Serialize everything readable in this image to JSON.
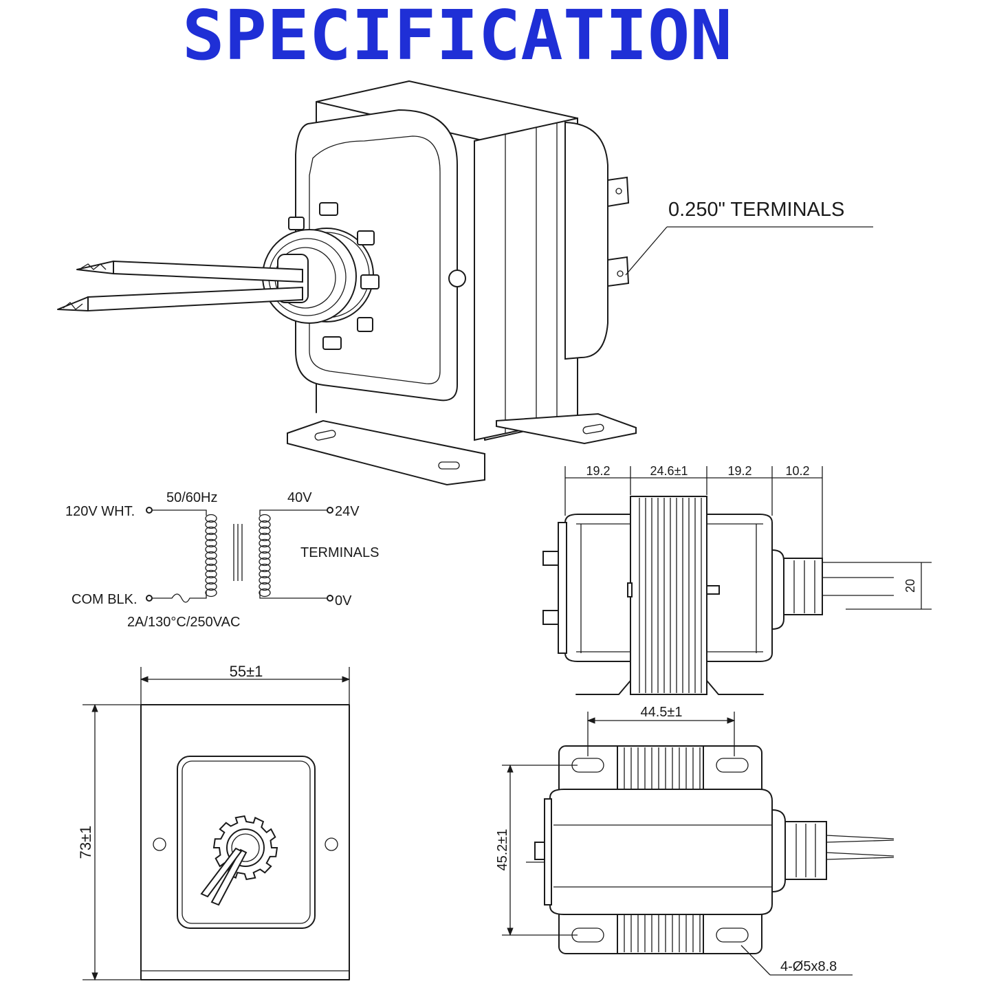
{
  "title": "SPECIFICATION",
  "title_color": "#1f2fd6",
  "iso_view": {
    "terminals_label": "0.250\" TERMINALS"
  },
  "schematic": {
    "primary_hot": "120V WHT.",
    "primary_com": "COM BLK.",
    "frequency": "50/60Hz",
    "fuse": "2A/130°C/250VAC",
    "secondary_va": "40V",
    "secondary_hot": "24V",
    "secondary_com": "0V",
    "terminals": "TERMINALS"
  },
  "side_view": {
    "dims_top": [
      "19.2",
      "24.6±1",
      "19.2",
      "10.2"
    ],
    "dim_right": "20"
  },
  "front_view": {
    "width": "55±1",
    "height": "73±1"
  },
  "bottom_view": {
    "hole_spacing": "44.5±1",
    "height": "45.2±1",
    "holes": "4-Ø5x8.8"
  }
}
